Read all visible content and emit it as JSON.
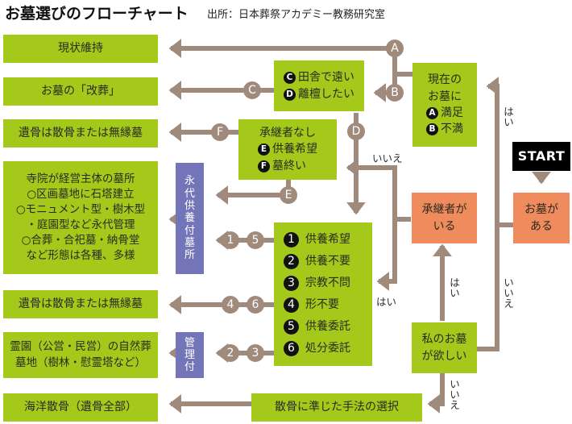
{
  "header": {
    "title": "お墓選びのフローチャート",
    "source": "出所：日本葬祭アカデミー教務研究室"
  },
  "colors": {
    "outcome_box": "#a4c91b",
    "question_box": "#ef8b5c",
    "category_box": "#7474b8",
    "start_box": "#000000",
    "connector": "#a08a7c"
  },
  "start": {
    "label": "START"
  },
  "questions": {
    "has_grave": {
      "lines": [
        "お墓が",
        "ある"
      ]
    },
    "has_successor": {
      "lines": [
        "承継者が",
        "いる"
      ]
    },
    "want_own_grave": {
      "lines": [
        "私のお墓",
        "が欲しい"
      ]
    }
  },
  "decisions": {
    "current_grave": {
      "lines": [
        "現在の",
        "お墓に"
      ],
      "options": [
        {
          "badge": "A",
          "text": "満足"
        },
        {
          "badge": "B",
          "text": "不満"
        }
      ]
    },
    "dissatisfied": {
      "options": [
        {
          "badge": "C",
          "text": "田舎で遠い"
        },
        {
          "badge": "D",
          "text": "離檀したい"
        }
      ]
    },
    "no_successor": {
      "line": "承継者なし",
      "options": [
        {
          "badge": "E",
          "text": "供養希望"
        },
        {
          "badge": "F",
          "text": "墓終い"
        }
      ]
    },
    "wishes": {
      "items": [
        {
          "num": "1",
          "text": "供養希望"
        },
        {
          "num": "2",
          "text": "供養不要"
        },
        {
          "num": "3",
          "text": "宗教不問"
        },
        {
          "num": "4",
          "text": "形不要"
        },
        {
          "num": "5",
          "text": "供養委託"
        },
        {
          "num": "6",
          "text": "処分委託"
        }
      ]
    },
    "scatter_like": {
      "text": "散骨に準じた手法の選択"
    }
  },
  "categories": {
    "eitai": {
      "label": "永代供養付墓所"
    },
    "kanri": {
      "label": "管理付"
    }
  },
  "outcomes": [
    {
      "id": "keep",
      "lines": [
        "現状維持"
      ]
    },
    {
      "id": "relocate",
      "lines": [
        "お墓の「改葬」"
      ]
    },
    {
      "id": "scatter1",
      "lines": [
        "遺骨は散骨または無縁墓"
      ]
    },
    {
      "id": "temple",
      "lines": [
        "寺院が経営主体の墓所",
        "○区画墓地に石塔建立",
        "○モニュメント型・樹木型",
        "・庭園型など永代管理",
        "○合葬・合祀墓・納骨堂",
        "など形態は各種、多様"
      ]
    },
    {
      "id": "scatter2",
      "lines": [
        "遺骨は散骨または無縁墓"
      ]
    },
    {
      "id": "natural",
      "lines": [
        "霊園（公営・民営）の自然葬",
        "墓地（樹林・慰霊塔など）"
      ]
    },
    {
      "id": "ocean",
      "lines": [
        "海洋散骨（遺骨全部）"
      ]
    }
  ],
  "connector_labels": {
    "A": "A",
    "B": "B",
    "C": "C",
    "D": "D",
    "E": "E",
    "F": "F",
    "n1": "1",
    "n5": "5",
    "n4": "4",
    "n6": "6",
    "n2": "2",
    "n3": "3"
  },
  "edge_labels": {
    "yes1": "はい",
    "no1": "いいえ",
    "no_successor": "いいえ",
    "yes_successor": "はい",
    "yes_want": "はい",
    "no_want": "いいえ"
  }
}
